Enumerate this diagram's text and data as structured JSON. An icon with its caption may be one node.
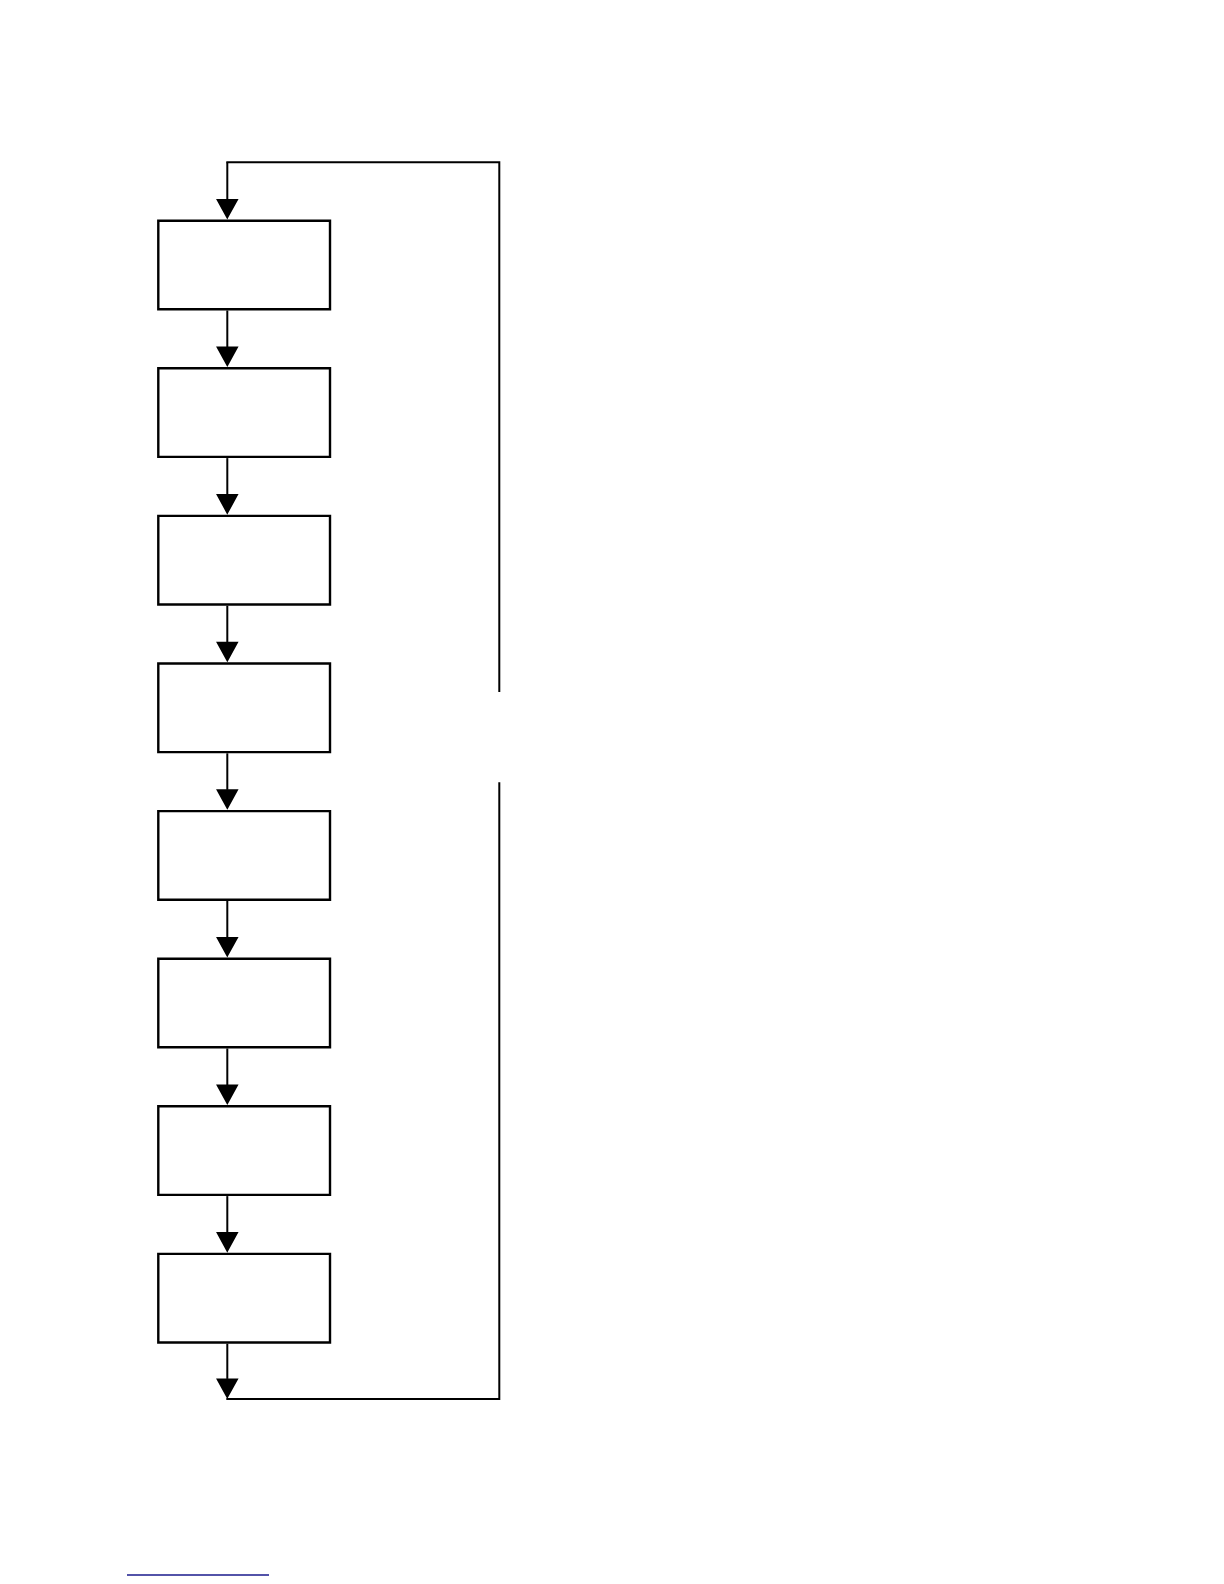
{
  "diagram": {
    "nodes": [
      {
        "text": [],
        "shape": "box"
      },
      {
        "text": [],
        "shape": "box"
      },
      {
        "text": [],
        "shape": "box"
      },
      {
        "text": [],
        "shape": "box"
      },
      {
        "text": [],
        "shape": "box"
      },
      {
        "text": [],
        "shape": "box"
      },
      {
        "text": [],
        "shape": "box"
      },
      {
        "text": [],
        "shape": "box"
      }
    ],
    "edges": [
      {
        "from": 0,
        "to": 1,
        "arrow": "to"
      },
      {
        "from": 1,
        "to": 2,
        "arrow": "to"
      },
      {
        "from": 2,
        "to": 3,
        "arrow": "to"
      },
      {
        "from": 3,
        "to": 4,
        "arrow": "to"
      },
      {
        "from": 4,
        "to": 5,
        "arrow": "to"
      },
      {
        "from": 5,
        "to": 6,
        "arrow": "to"
      },
      {
        "from": 6,
        "to": 7,
        "arrow": "to"
      },
      {
        "from": 7,
        "to": null,
        "arrow": "to"
      },
      {
        "from": null,
        "to": 0,
        "arrow": "to"
      }
    ]
  }
}
